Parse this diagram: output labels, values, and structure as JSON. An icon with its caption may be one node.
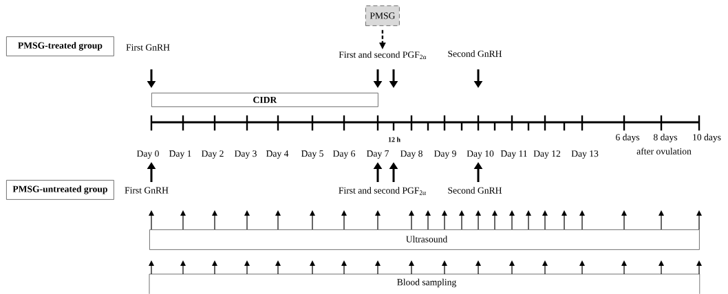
{
  "diagram": {
    "nodes": [
      {
        "text": [
          "PMSG"
        ]
      },
      {
        "text": [
          "PMSG-treated group"
        ]
      },
      {
        "text": [
          "CIDR"
        ]
      },
      {
        "text": [
          "PMSG-untreated group"
        ]
      },
      {
        "text": [
          "Ultrasound"
        ]
      },
      {
        "text": [
          "Blood sampling"
        ]
      },
      {
        "text": [
          "First and second PGF$_{2α}$"
        ]
      }
    ],
    "edges": [
      {
        "from": 0,
        "to": 6,
        "arrow": "to",
        "style": "dashed"
      },
      {
        "from": 4,
        "to": null,
        "arrow": "to"
      },
      {
        "from": 4,
        "to": null,
        "arrow": "to"
      },
      {
        "from": 4,
        "to": null,
        "arrow": "to"
      },
      {
        "from": 4,
        "to": null,
        "arrow": "to"
      },
      {
        "from": 4,
        "to": null,
        "arrow": "to"
      },
      {
        "from": 4,
        "to": null,
        "arrow": "to"
      },
      {
        "from": 4,
        "to": null,
        "arrow": "to"
      },
      {
        "from": 4,
        "to": null,
        "arrow": "to"
      },
      {
        "from": 4,
        "to": null,
        "arrow": "to"
      },
      {
        "from": 4,
        "to": null,
        "arrow": "to"
      },
      {
        "from": 4,
        "to": null,
        "arrow": "to"
      },
      {
        "from": 4,
        "to": null,
        "arrow": "to"
      },
      {
        "from": 4,
        "to": null,
        "arrow": "to"
      },
      {
        "from": 4,
        "to": null,
        "arrow": "to"
      },
      {
        "from": 4,
        "to": null,
        "arrow": "to"
      },
      {
        "from": 4,
        "to": null,
        "arrow": "to"
      },
      {
        "from": 4,
        "to": null,
        "arrow": "to"
      },
      {
        "from": 4,
        "to": null,
        "arrow": "to"
      },
      {
        "from": 4,
        "to": null,
        "arrow": "to"
      },
      {
        "from": 4,
        "to": null,
        "arrow": "to"
      },
      {
        "from": 4,
        "to": null,
        "arrow": "to"
      },
      {
        "from": 4,
        "to": null,
        "arrow": "to"
      },
      {
        "from": 5,
        "to": null,
        "arrow": "to"
      },
      {
        "from": 5,
        "to": null,
        "arrow": "to"
      },
      {
        "from": 5,
        "to": null,
        "arrow": "to"
      },
      {
        "from": 5,
        "to": null,
        "arrow": "to"
      },
      {
        "from": 5,
        "to": null,
        "arrow": "to"
      },
      {
        "from": 5,
        "to": null,
        "arrow": "to"
      },
      {
        "from": 5,
        "to": null,
        "arrow": "to"
      },
      {
        "from": 5,
        "to": null,
        "arrow": "to"
      },
      {
        "from": 5,
        "to": null,
        "arrow": "to"
      },
      {
        "from": 5,
        "to": null,
        "arrow": "to"
      },
      {
        "from": 5,
        "to": null,
        "arrow": "to"
      },
      {
        "from": 5,
        "to": null,
        "arrow": "to"
      },
      {
        "from": 5,
        "to": null,
        "arrow": "to"
      },
      {
        "from": 5,
        "to": null,
        "arrow": "to"
      },
      {
        "from": 5,
        "to": null,
        "arrow": "to"
      },
      {
        "from": 5,
        "to": null,
        "arrow": "to"
      },
      {
        "from": 5,
        "to": null,
        "arrow": "to"
      }
    ],
    "labels": [
      "First GnRH",
      "Second GnRH",
      "12 h",
      "6 days",
      "8 days",
      "10 days",
      "Day 0",
      "Day 1",
      "Day 2",
      "Day 3",
      "Day 4",
      "Day 5",
      "Day 6",
      "Day 7",
      "Day 8",
      "Day 9",
      "Day 10",
      "Day 11",
      "Day 12",
      "Day 13",
      "after ovulation",
      "First GnRH",
      "First and second PGF$_{2α}$",
      "Second GnRH"
    ]
  }
}
